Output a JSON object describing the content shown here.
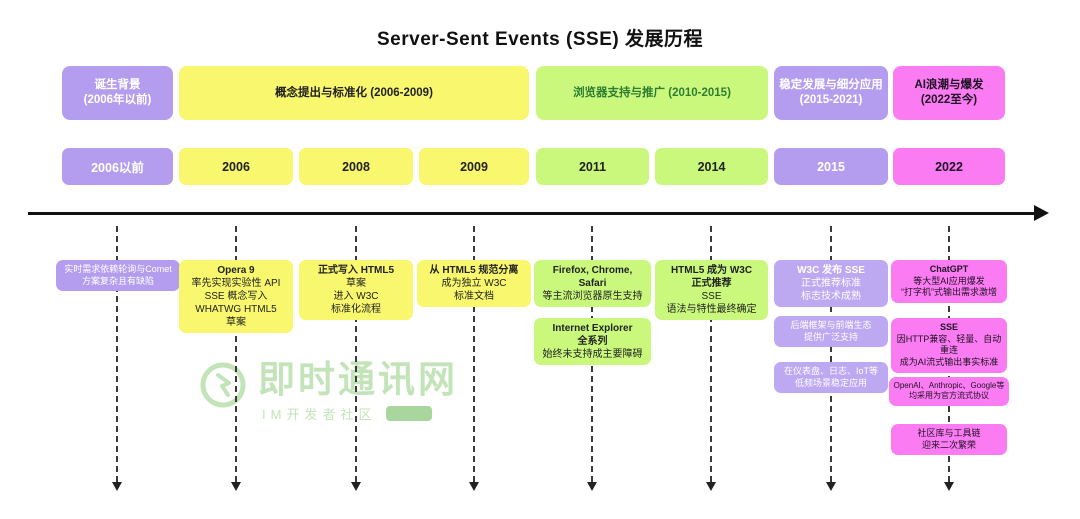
{
  "title": "Server-Sent Events (SSE) 发展历程",
  "palette": {
    "purple": "#b49dee",
    "yellow": "#f8f76d",
    "green": "#c9f87d",
    "magenta": "#fb7bf2",
    "axis": "#111111",
    "watermark_green": "#b9dfad"
  },
  "eras": [
    {
      "label": "诞生背景\n(2006年以前)"
    },
    {
      "label": "概念提出与标准化 (2006-2009)"
    },
    {
      "label": "浏览器支持与推广 (2010-2015)"
    },
    {
      "label": "稳定发展与细分应用\n(2015-2021)"
    },
    {
      "label": "AI浪潮与爆发\n(2022至今)"
    }
  ],
  "years": [
    {
      "label": "2006以前"
    },
    {
      "label": "2006"
    },
    {
      "label": "2008"
    },
    {
      "label": "2009"
    },
    {
      "label": "2011"
    },
    {
      "label": "2014"
    },
    {
      "label": "2015"
    },
    {
      "label": "2022"
    }
  ],
  "events": {
    "pre2006": {
      "body": "实时需求依赖轮询与Comet\n方案复杂且有缺陷"
    },
    "y2006": {
      "head": "Opera 9",
      "body": "率先实现实验性 API\nSSE 概念写入\nWHATWG HTML5\n草案"
    },
    "y2008": {
      "head": "正式写入 HTML5",
      "body": "草案\n进入 W3C\n标准化流程"
    },
    "y2009": {
      "head": "从 HTML5 规范分离",
      "body": "成为独立 W3C\n标准文档"
    },
    "y2011_support": {
      "head": "Firefox, Chrome,\nSafari",
      "body": "等主流浏览器原生支持"
    },
    "y2011_ie": {
      "head": "Internet Explorer\n全系列",
      "body": "始终未支持成主要障碍"
    },
    "y2014": {
      "head": "HTML5 成为 W3C\n正式推荐",
      "body": "SSE\n语法与特性最终确定"
    },
    "y2015_standard": {
      "head": "W3C 发布 SSE",
      "body": "正式推荐标准\n标志技术成熟"
    },
    "y2015_ecosystem": {
      "body": "后端框架与前端生态\n提供广泛支持"
    },
    "y2015_apps": {
      "body": "在仪表盘、日志、IoT等\n低频场景稳定应用"
    },
    "y2022_chatgpt": {
      "head": "ChatGPT",
      "body": "等大型AI应用爆发\n“打字机”式输出需求激增"
    },
    "y2022_sse": {
      "head": "SSE",
      "body": "因HTTP兼容、轻量、自动重连\n成为AI流式输出事实标准"
    },
    "y2022_vendors": {
      "body": "OpenAI、Anthropic、Google等\n均采用为官方流式协议"
    },
    "y2022_community": {
      "body": "社区库与工具链\n迎来二次繁荣"
    }
  },
  "watermark": {
    "name": "即时通讯网",
    "subtitle": "IM开发者社区"
  }
}
